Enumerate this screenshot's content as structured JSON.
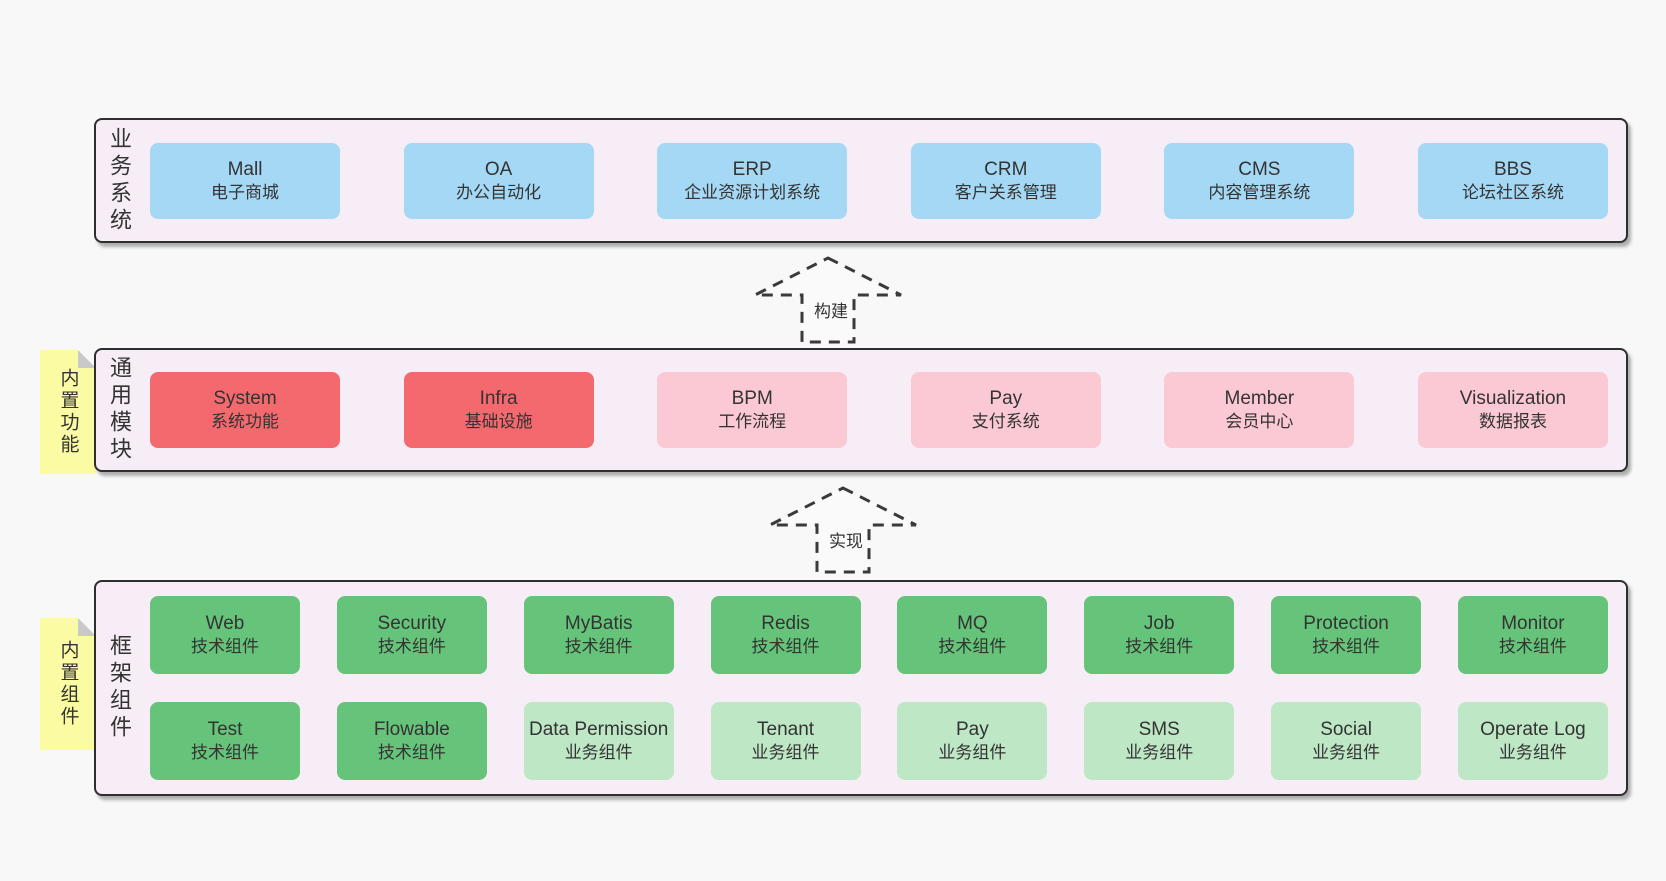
{
  "colors": {
    "page_bg": "#f8f8f8",
    "panel_bg": "#f7edf6",
    "panel_border": "#2e2e2e",
    "blue": "#a5d8f4",
    "red": "#f3696e",
    "pink": "#fbc9d3",
    "green_dark": "#66c47a",
    "green_light": "#bee7c6",
    "tab_yellow": "#fbfba3",
    "tab_fold": "#c9c9c9",
    "text": "#333333"
  },
  "arrows": {
    "build": "构建",
    "implement": "实现"
  },
  "business": {
    "label": "业务系统",
    "boxes": [
      {
        "name": "Mall",
        "desc": "电子商城",
        "variant": "blue"
      },
      {
        "name": "OA",
        "desc": "办公自动化",
        "variant": "blue"
      },
      {
        "name": "ERP",
        "desc": "企业资源计划系统",
        "variant": "blue"
      },
      {
        "name": "CRM",
        "desc": "客户关系管理",
        "variant": "blue"
      },
      {
        "name": "CMS",
        "desc": "内容管理系统",
        "variant": "blue"
      },
      {
        "name": "BBS",
        "desc": "论坛社区系统",
        "variant": "blue"
      }
    ]
  },
  "modules": {
    "tab": "内置功能",
    "label": "通用模块",
    "boxes": [
      {
        "name": "System",
        "desc": "系统功能",
        "variant": "red"
      },
      {
        "name": "Infra",
        "desc": "基础设施",
        "variant": "red"
      },
      {
        "name": "BPM",
        "desc": "工作流程",
        "variant": "pink"
      },
      {
        "name": "Pay",
        "desc": "支付系统",
        "variant": "pink"
      },
      {
        "name": "Member",
        "desc": "会员中心",
        "variant": "pink"
      },
      {
        "name": "Visualization",
        "desc": "数据报表",
        "variant": "pink"
      }
    ]
  },
  "components": {
    "tab": "内置组件",
    "label": "框架组件",
    "row1": [
      {
        "name": "Web",
        "desc": "技术组件",
        "variant": "green-dark"
      },
      {
        "name": "Security",
        "desc": "技术组件",
        "variant": "green-dark"
      },
      {
        "name": "MyBatis",
        "desc": "技术组件",
        "variant": "green-dark"
      },
      {
        "name": "Redis",
        "desc": "技术组件",
        "variant": "green-dark"
      },
      {
        "name": "MQ",
        "desc": "技术组件",
        "variant": "green-dark"
      },
      {
        "name": "Job",
        "desc": "技术组件",
        "variant": "green-dark"
      },
      {
        "name": "Protection",
        "desc": "技术组件",
        "variant": "green-dark"
      },
      {
        "name": "Monitor",
        "desc": "技术组件",
        "variant": "green-dark"
      }
    ],
    "row2": [
      {
        "name": "Test",
        "desc": "技术组件",
        "variant": "green-dark"
      },
      {
        "name": "Flowable",
        "desc": "技术组件",
        "variant": "green-dark"
      },
      {
        "name": "Data Permission",
        "desc": "业务组件",
        "variant": "green-light"
      },
      {
        "name": "Tenant",
        "desc": "业务组件",
        "variant": "green-light"
      },
      {
        "name": "Pay",
        "desc": "业务组件",
        "variant": "green-light"
      },
      {
        "name": "SMS",
        "desc": "业务组件",
        "variant": "green-light"
      },
      {
        "name": "Social",
        "desc": "业务组件",
        "variant": "green-light"
      },
      {
        "name": "Operate Log",
        "desc": "业务组件",
        "variant": "green-light"
      }
    ]
  }
}
